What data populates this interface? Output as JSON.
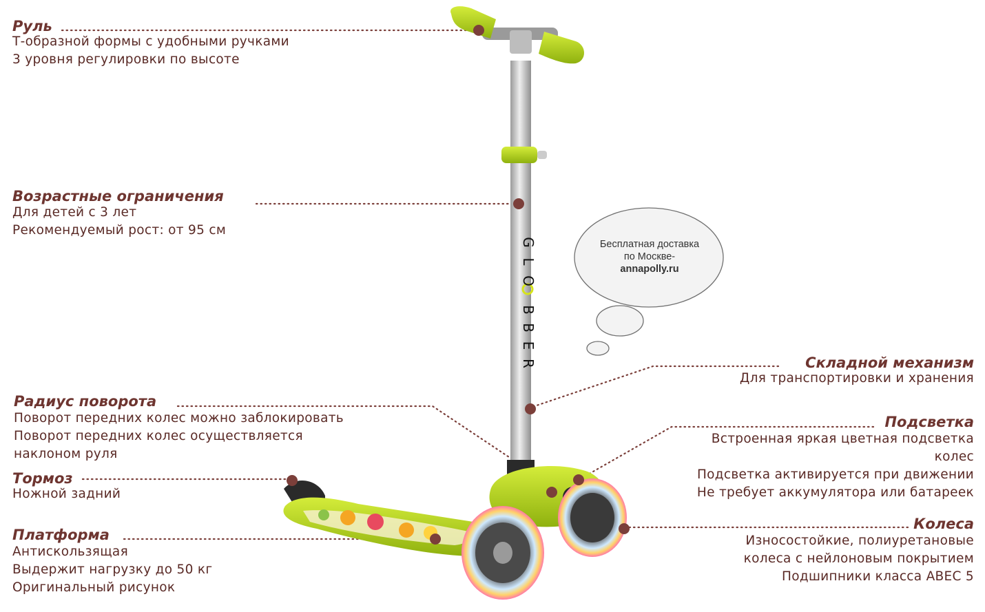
{
  "features": {
    "handlebar": {
      "title": "Руль",
      "lines": [
        "Т-образной формы с удобными ручками",
        "3 уровня регулировки по высоте"
      ]
    },
    "age": {
      "title": "Возрастные ограничения",
      "lines": [
        "Для детей с 3 лет",
        "Рекомендуемый рост: от 95 см"
      ]
    },
    "turning": {
      "title": "Радиус поворота",
      "lines": [
        "Поворот передних колес можно заблокировать",
        "Поворот передних колес осуществляется",
        "наклоном руля"
      ]
    },
    "brake": {
      "title": "Тормоз",
      "lines": [
        "Ножной задний"
      ]
    },
    "deck": {
      "title": "Платформа",
      "lines": [
        "Антискользящая",
        "Выдержит нагрузку до 50 кг",
        "Оригинальный рисунок"
      ]
    },
    "folding": {
      "title": "Складной механизм",
      "lines": [
        "Для транспортировки и хранения"
      ]
    },
    "lights": {
      "title": "Подсветка",
      "lines": [
        "Встроенная яркая цветная подсветка",
        "колес",
        "Подсветка активируется при движении",
        "Не требует аккумулятора или батареек"
      ]
    },
    "wheels": {
      "title": "Колеса",
      "lines": [
        "Износостойкие, полиуретановые",
        "колеса с нейлоновым покрытием",
        "Подшипники класса ABEC 5"
      ]
    }
  },
  "bubble": {
    "line1": "Бесплатная доставка",
    "line2": "по Москве-",
    "site": "annapolly.ru"
  },
  "brand_letters": [
    "G",
    "L",
    "O",
    "B",
    "B",
    "E",
    "R"
  ],
  "colors": {
    "accent": "#6e3530",
    "text": "#5a2a26",
    "dot": "#7b3f3a",
    "lime": "#b5d31c",
    "pole": "#c9c9c9"
  }
}
